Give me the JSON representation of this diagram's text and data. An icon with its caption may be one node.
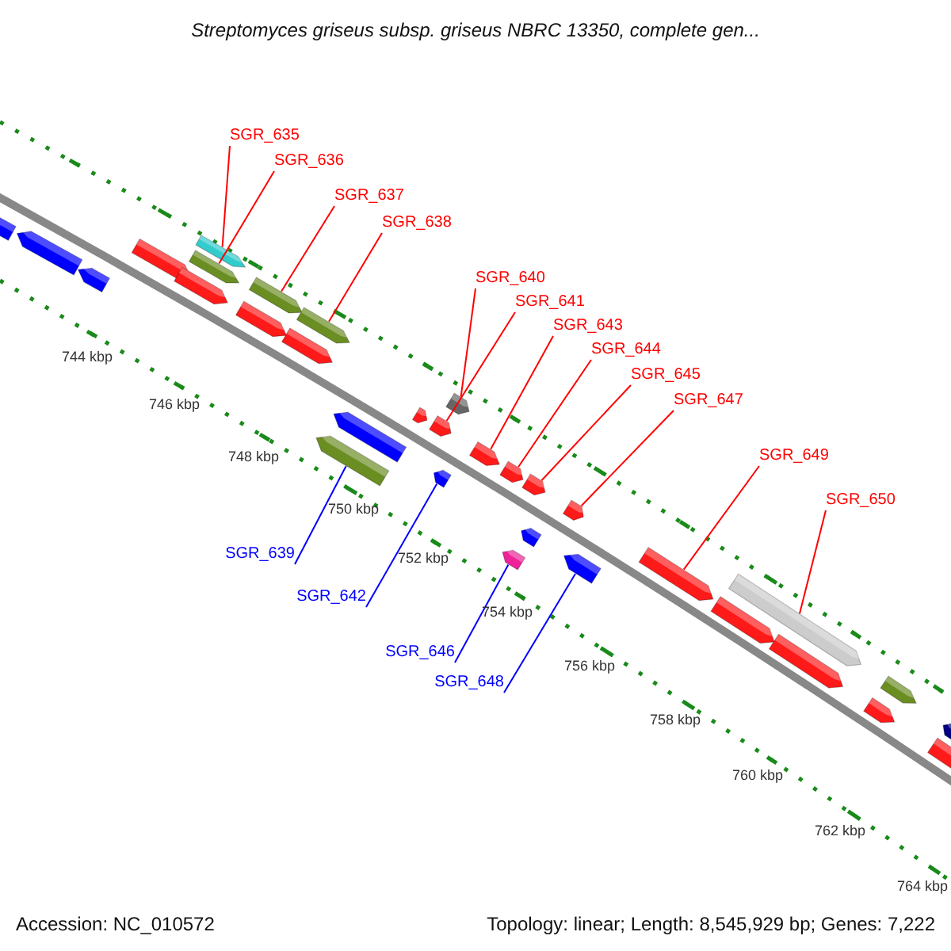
{
  "diagram": {
    "title": "Streptomyces griseus subsp. griseus NBRC 13350, complete gen...",
    "nodes": [
      {
        "text": [
          "SGR_635"
        ]
      },
      {
        "text": [
          "SGR_636"
        ]
      },
      {
        "text": [
          "SGR_637"
        ]
      },
      {
        "text": [
          "SGR_638"
        ]
      },
      {
        "text": [
          "SGR_640"
        ]
      },
      {
        "text": [
          "SGR_641"
        ]
      },
      {
        "text": [
          "SGR_643"
        ]
      },
      {
        "text": [
          "SGR_644"
        ]
      },
      {
        "text": [
          "SGR_645"
        ]
      },
      {
        "text": [
          "SGR_647"
        ]
      },
      {
        "text": [
          "SGR_649"
        ]
      },
      {
        "text": [
          "SGR_650"
        ]
      },
      {
        "text": [
          "SGR_639"
        ]
      },
      {
        "text": [
          "SGR_642"
        ]
      },
      {
        "text": [
          "SGR_646"
        ]
      },
      {
        "text": [
          "SGR_648"
        ]
      },
      {
        "text": [],
        "shape": "arrow"
      },
      {
        "text": [],
        "shape": "arrow"
      },
      {
        "text": [],
        "shape": "arrow"
      },
      {
        "text": [],
        "shape": "arrow"
      },
      {
        "text": [],
        "shape": "arrow"
      },
      {
        "text": [],
        "shape": "arrow"
      },
      {
        "text": [],
        "shape": "arrow"
      },
      {
        "text": [],
        "shape": "arrow"
      },
      {
        "text": [],
        "shape": "arrow"
      },
      {
        "text": [],
        "shape": "arrow"
      },
      {
        "text": [],
        "shape": "arrow"
      },
      {
        "text": [],
        "shape": "arrow"
      },
      {
        "text": [],
        "shape": "arrow"
      },
      {
        "text": [],
        "shape": "arrow"
      },
      {
        "text": [],
        "shape": "arrow"
      },
      {
        "text": [],
        "shape": "arrow"
      },
      {
        "text": [],
        "shape": "arrow"
      },
      {
        "text": [],
        "shape": "arrow"
      },
      {
        "text": [],
        "shape": "arrow"
      },
      {
        "text": [],
        "shape": "arrow"
      },
      {
        "text": [],
        "shape": "arrow"
      },
      {
        "text": [],
        "shape": "arrow"
      },
      {
        "text": [],
        "shape": "arrow"
      },
      {
        "text": [],
        "shape": "arrow"
      },
      {
        "text": [],
        "shape": "arrow"
      },
      {
        "text": [],
        "shape": "arrow"
      },
      {
        "text": [],
        "shape": "arrow"
      },
      {
        "text": [],
        "shape": "arrow"
      },
      {
        "text": [],
        "shape": "arrow"
      },
      {
        "text": [],
        "shape": "arrow"
      },
      {
        "text": [],
        "shape": "arrow"
      },
      {
        "text": [],
        "shape": "arrow"
      }
    ],
    "edges": [
      {
        "from": 0,
        "to": 22,
        "arrow": "none"
      },
      {
        "from": 1,
        "to": 21,
        "arrow": "none"
      },
      {
        "from": 2,
        "to": 24,
        "arrow": "none"
      },
      {
        "from": 3,
        "to": 26,
        "arrow": "none"
      },
      {
        "from": 4,
        "to": 32,
        "arrow": "none"
      },
      {
        "from": 5,
        "to": 31,
        "arrow": "none"
      },
      {
        "from": 6,
        "to": 33,
        "arrow": "none"
      },
      {
        "from": 7,
        "to": 35,
        "arrow": "none"
      },
      {
        "from": 8,
        "to": 37,
        "arrow": "none"
      },
      {
        "from": 9,
        "to": 38,
        "arrow": "none"
      },
      {
        "from": 10,
        "to": 40,
        "arrow": "none"
      },
      {
        "from": 11,
        "to": 42,
        "arrow": "none"
      },
      {
        "from": 12,
        "to": 27,
        "arrow": "none",
        "color": "#0000ff"
      },
      {
        "from": 13,
        "to": 30,
        "arrow": "none",
        "color": "#0000ff"
      },
      {
        "from": 14,
        "to": 34,
        "arrow": "none",
        "color": "#0000ff"
      },
      {
        "from": 15,
        "to": 39,
        "arrow": "none",
        "color": "#0000ff"
      }
    ],
    "labels": [
      "744 kbp",
      "746 kbp",
      "748 kbp",
      "750 kbp",
      "752 kbp",
      "754 kbp",
      "756 kbp",
      "758 kbp",
      "760 kbp",
      "762 kbp",
      "764 kbp",
      "Accession: NC_010572",
      "Topology: linear; Length: 8,545,929 bp; Genes: 7,222"
    ]
  }
}
